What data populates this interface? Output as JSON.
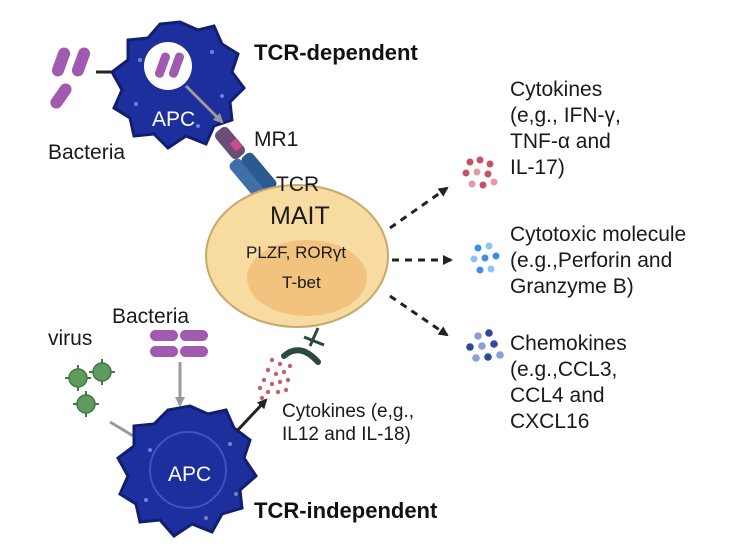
{
  "headings": {
    "tcr_dependent": "TCR-dependent",
    "tcr_independent": "TCR-independent"
  },
  "cells": {
    "apc_top": "APC",
    "apc_bottom": "APC",
    "mait": "MAIT",
    "mait_tf_line1": "PLZF, RORγt",
    "mait_tf_line2": "T-bet"
  },
  "receptors": {
    "mr1": "MR1",
    "tcr": "TCR"
  },
  "pathogens": {
    "bacteria_top": "Bacteria",
    "bacteria_bottom": "Bacteria",
    "virus": "virus"
  },
  "inputs": {
    "cytokines_line1": "Cytokines (e,g.,",
    "cytokines_line2": "IL12 and IL-18)"
  },
  "outputs": {
    "cytokines": [
      "Cytokines",
      "(e,g., IFN-γ,",
      "TNF-α and",
      "IL-17)"
    ],
    "cytotoxic": [
      "Cytotoxic molecule",
      "(e.g.,Perforin and",
      "Granzyme B)"
    ],
    "chemokines": [
      "Chemokines",
      "(e.g.,CCL3,",
      "CCL4 and",
      "CXCL16"
    ]
  },
  "colors": {
    "apc_fill": "#1c2f9c",
    "apc_dark": "#121f70",
    "mait_outer": "#f7dba0",
    "mait_inner": "#f2c37e",
    "mait_stroke": "#c9a86a",
    "bacteria": "#a05ab0",
    "virus": "#5f9a5f",
    "cytokine_dots": "#c25560",
    "cytotoxic_dots": "#3f8fe0",
    "chemokine_dots": "#2e4a9e",
    "receptor_mr1": "#6b4d7a",
    "receptor_tcr": "#3e6fa8"
  },
  "icons": [
    "bacteria-icon",
    "virus-icon",
    "apc-cell-icon",
    "mait-cell-icon",
    "mr1-receptor-icon",
    "tcr-receptor-icon",
    "dashed-arrow-icon",
    "cytokine-dots-icon",
    "inhibit-receptor-icon"
  ]
}
